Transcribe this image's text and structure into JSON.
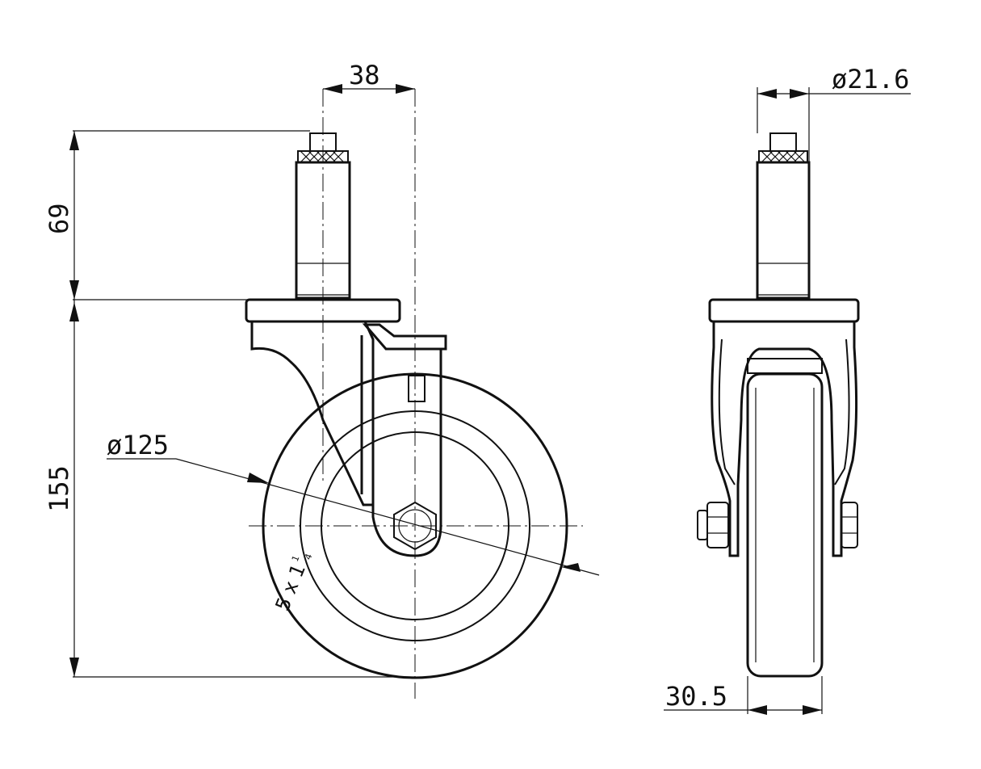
{
  "dimensions": {
    "stem_offset": "38",
    "stem_height": "69",
    "total_height": "155",
    "wheel_diameter": "ø125",
    "stem_diameter": "ø21.6",
    "wheel_width": "30.5"
  },
  "wheel_marking": {
    "main": "5 x 1",
    "fraction_num": "1",
    "fraction_den": "4"
  },
  "colors": {
    "line": "#111111",
    "background": "#ffffff"
  }
}
